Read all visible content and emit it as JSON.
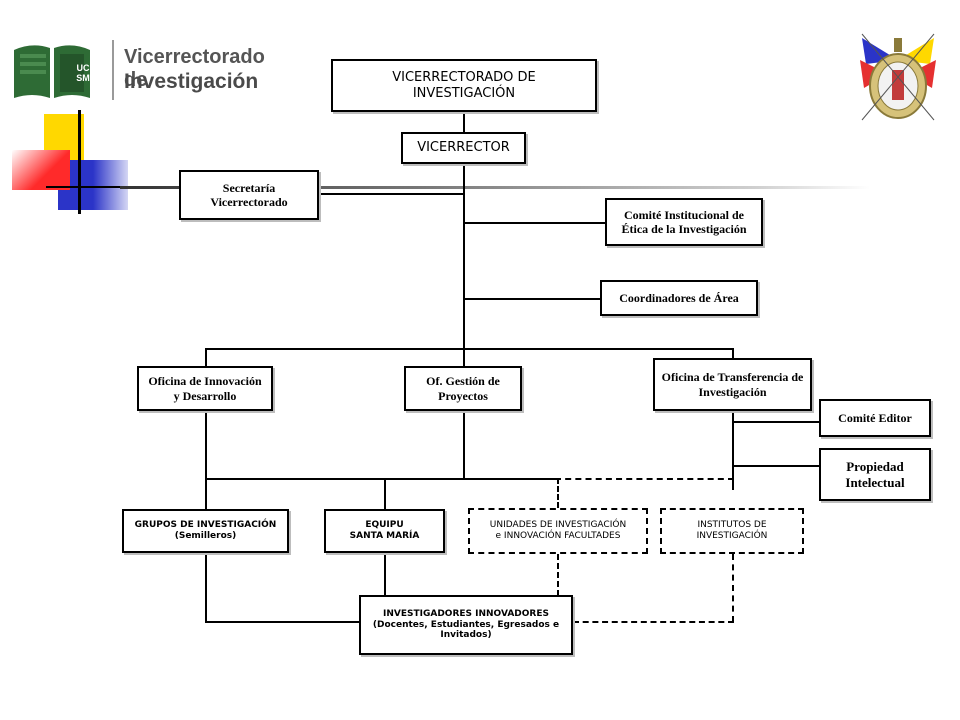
{
  "header": {
    "logo_line1": "Vicerrectorado de",
    "logo_line2": "Investigación",
    "logo_badge": "UC\nSM"
  },
  "chart": {
    "vicerrectorado": "VICERRECTORADO DE\nINVESTIGACIÓN",
    "vicerrector": "VICERRECTOR",
    "secretaria": "Secretaría\nVicerrectorado",
    "comite_etica": "Comité Institucional de\nÉtica de la Investigación",
    "coordinadores": "Coordinadores de Área",
    "oficina_innovacion": "Oficina de Innovación\ny Desarrollo",
    "gestion_proyectos": "Of. Gestión de\nProyectos",
    "transferencia": "Oficina de Transferencia de\nInvestigación",
    "comite_editor": "Comité Editor",
    "propiedad": "Propiedad\nIntelectual",
    "grupos": "GRUPOS DE INVESTIGACIÓN\n(Semilleros)",
    "equipu": "EQUIPU\nSANTA MARÍA",
    "unidades": "UNIDADES DE INVESTIGACIÓN\ne INNOVACIÓN FACULTADES",
    "institutos": "INSTITUTOS DE\nINVESTIGACIÓN",
    "investigadores": "INVESTIGADORES INNOVADORES\n(Docentes, Estudiantes, Egresados e\nInvitados)"
  },
  "colors": {
    "logo_green": "#2e6b35",
    "deco_yellow": "#ffd800",
    "deco_red": "#ff2a2a",
    "deco_blue": "#2b34c8"
  }
}
